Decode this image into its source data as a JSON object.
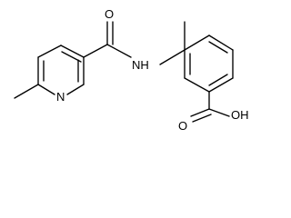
{
  "molecule": {
    "atoms": {
      "oxygen_carbonyl": "O",
      "amide_nh": "NH",
      "pyridine_n": "N",
      "acid_carbonyl_o": "O",
      "acid_hydroxyl": "OH"
    },
    "colors": {
      "bond": "#000000",
      "text": "#000000",
      "background": "#ffffff"
    }
  }
}
